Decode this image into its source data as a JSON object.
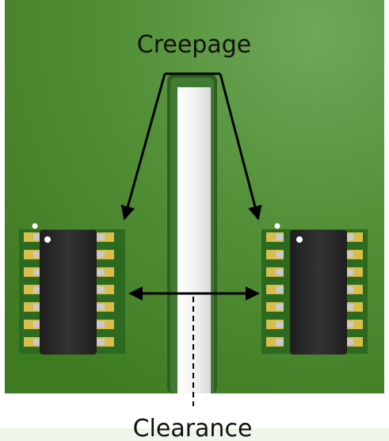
{
  "labels": {
    "creepage": "Creepage",
    "clearance": "Clearance"
  },
  "colors": {
    "board_light": "#6aa450",
    "board_dark": "#3f7a22",
    "slot_outline": "#2f5d22",
    "slot_inner": "#3f7b30",
    "slot_white": "#f2f2f2",
    "ic_green": "#2c6a1f",
    "ic_body": "#2a2a2a",
    "pad_gold": "#d8bd4a",
    "pin_silver": "#c9c9c9",
    "arrow": "#000000"
  },
  "components": {
    "left_ic": {
      "pins_per_side": 7,
      "pin1_marker": true
    },
    "right_ic": {
      "pins_per_side": 7,
      "pin1_marker": true
    }
  }
}
